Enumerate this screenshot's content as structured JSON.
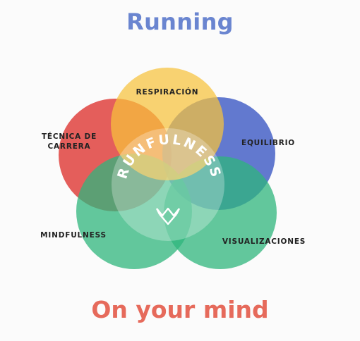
{
  "title_top": "Running",
  "title_bottom": "On your mind",
  "center_arc_text": "RUNFULNESS",
  "circles": [
    {
      "label": "RESPIRACIÓN",
      "color": "#f9c94a"
    },
    {
      "label_lines": [
        "TÉCNICA DE",
        "CARRERA"
      ],
      "color": "#e04844"
    },
    {
      "label": "EQUILIBRIO",
      "color": "#4a66c8"
    },
    {
      "label": "MINDFULNESS",
      "color": "#3fc08b"
    },
    {
      "label": "VISUALIZACIONES",
      "color": "#3fc08b"
    }
  ],
  "center": {
    "logo": "runfulness-logo-icon"
  }
}
